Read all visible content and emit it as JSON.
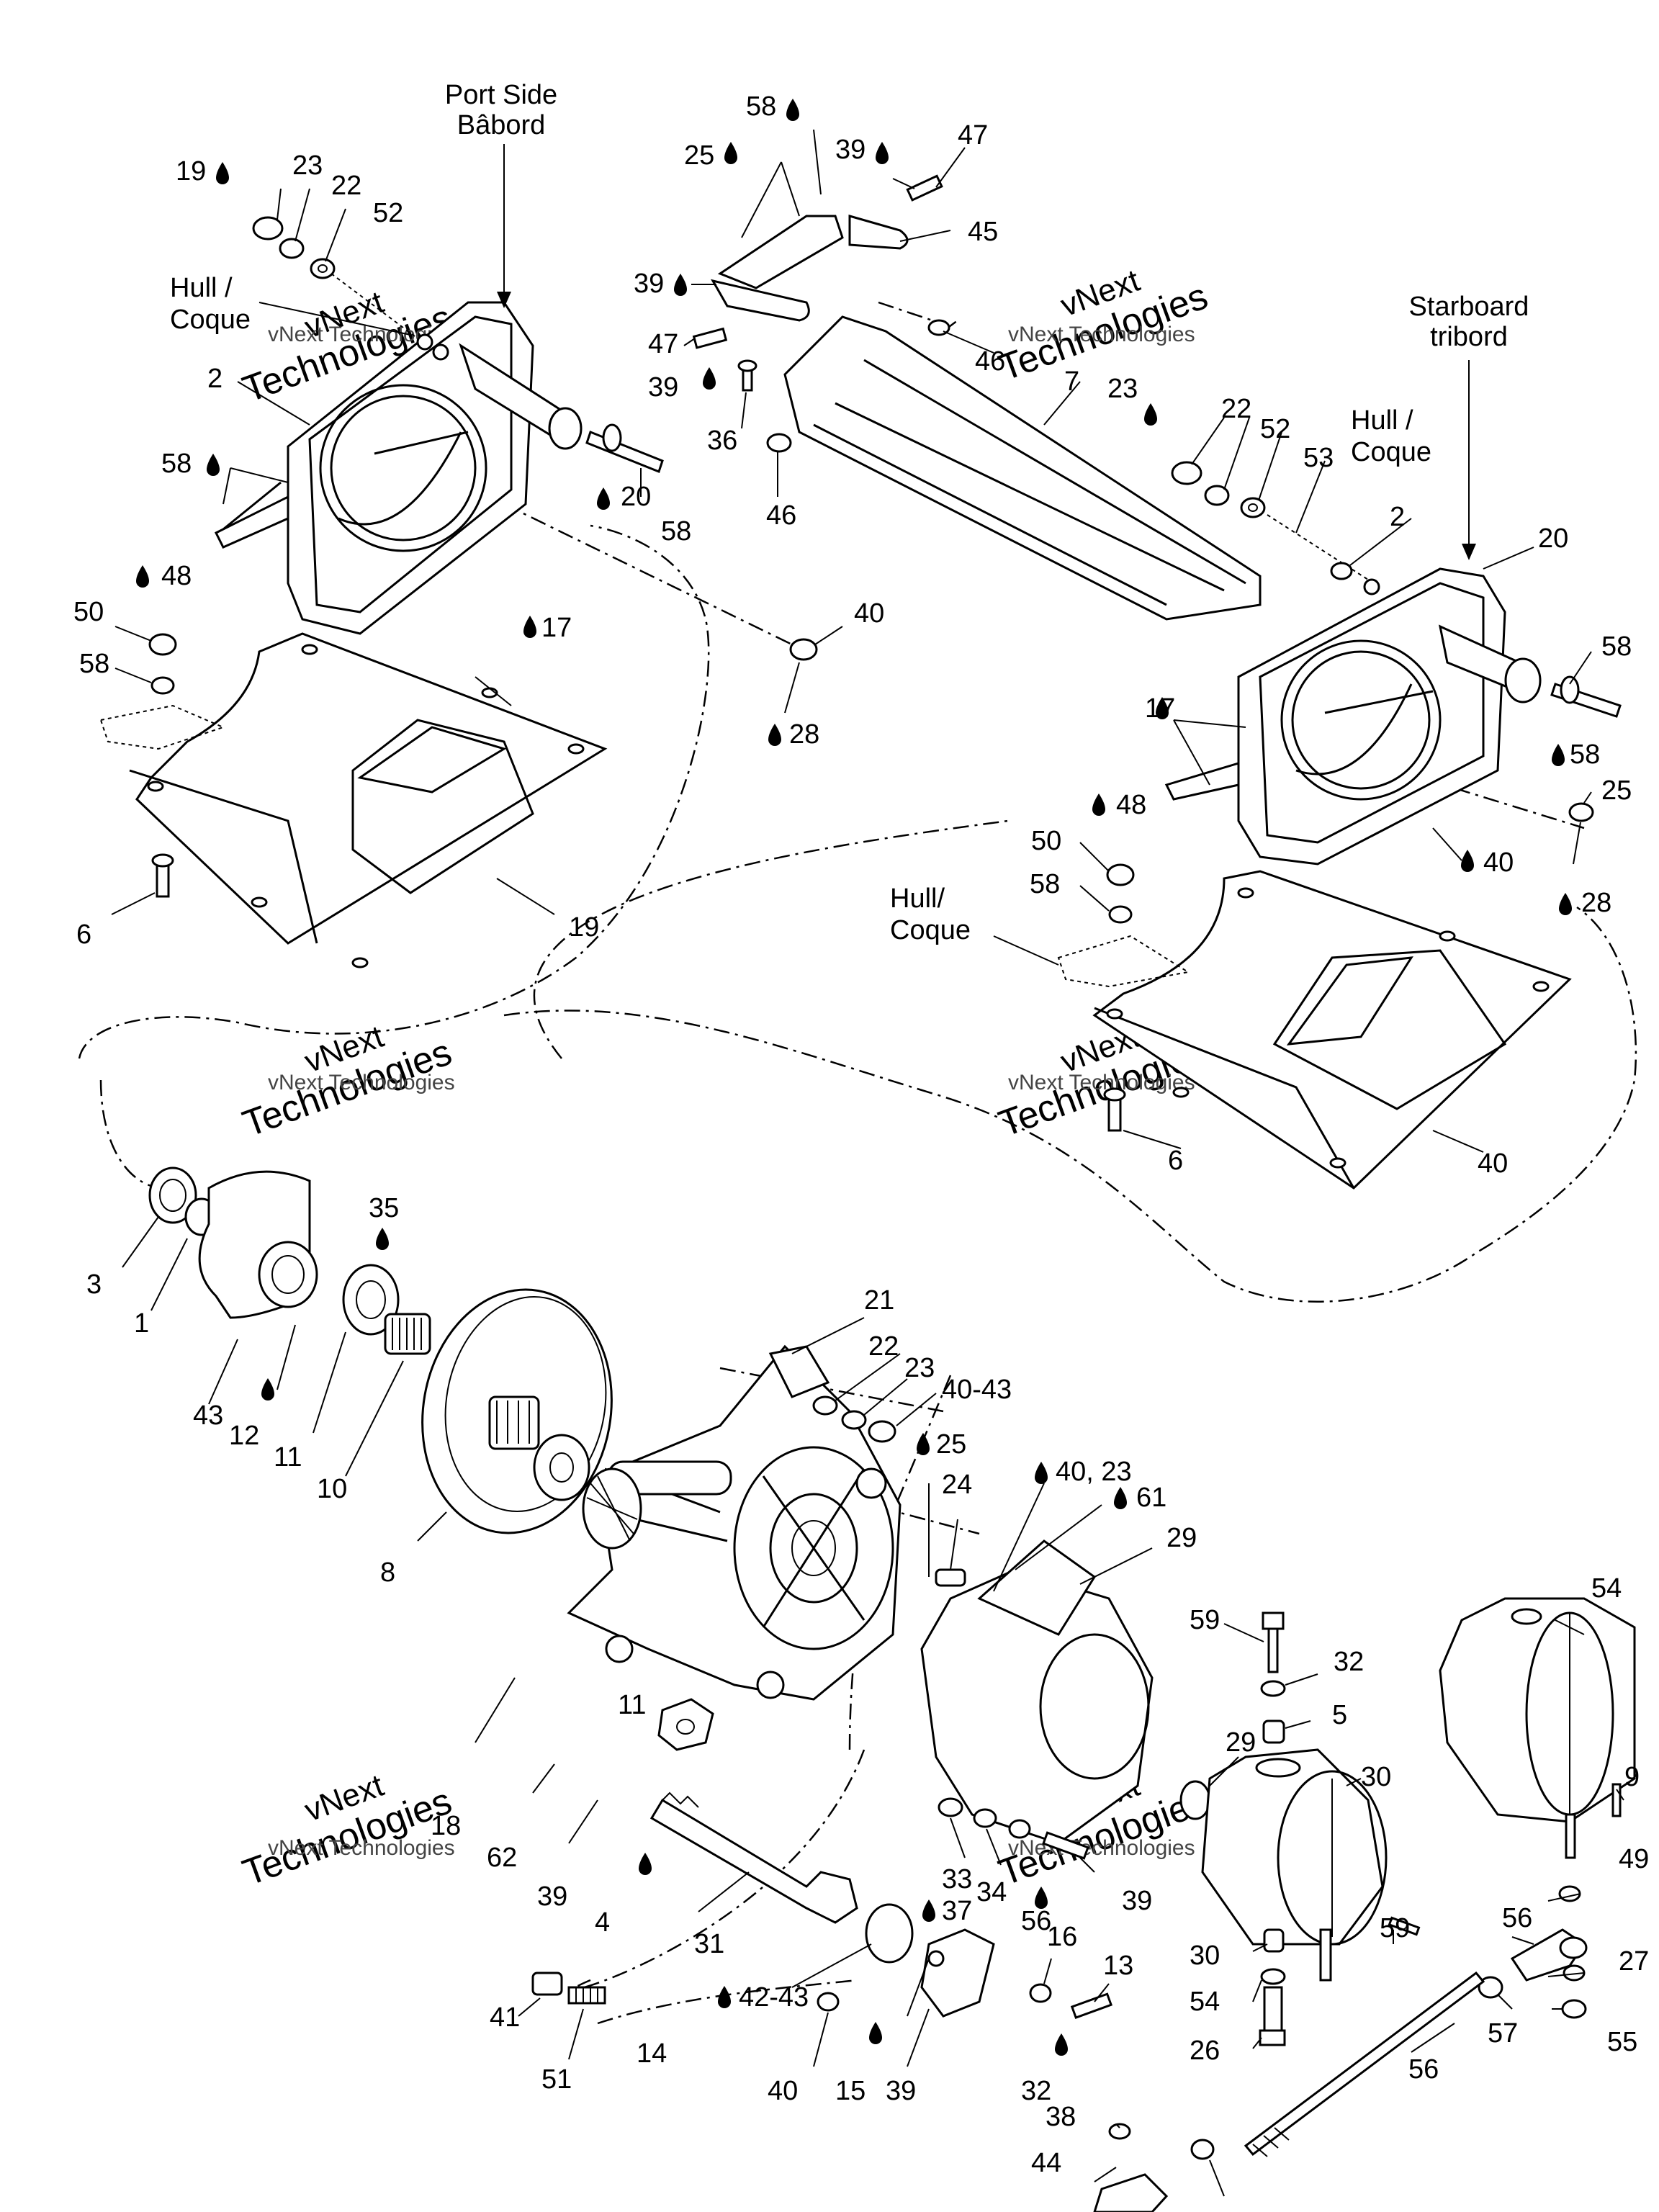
{
  "headers": {
    "port_side_en": "Port Side",
    "port_side_fr": "Bâbord",
    "starboard_en": "Starboard",
    "starboard_fr": "tribord",
    "hull_left_en": "Hull /",
    "hull_left_fr": "Coque",
    "hull_right_en": "Hull /",
    "hull_right_fr": "Coque",
    "hull_mid_en": "Hull/",
    "hull_mid_fr": "Coque"
  },
  "watermark": {
    "line1": "vNext",
    "line2": "Technologies",
    "line3": "vNext Technologies"
  },
  "callouts": [
    "58",
    "25",
    "39",
    "47",
    "45",
    "19",
    "23",
    "22",
    "52",
    "39",
    "47",
    "46",
    "39",
    "36",
    "46",
    "7",
    "2",
    "58",
    "20",
    "58",
    "48",
    "50",
    "58",
    "17",
    "40",
    "28",
    "6",
    "19",
    "23",
    "22",
    "52",
    "53",
    "2",
    "20",
    "58",
    "58",
    "17",
    "25",
    "48",
    "50",
    "58",
    "40",
    "28",
    "6",
    "40",
    "35",
    "3",
    "1",
    "43",
    "12",
    "11",
    "10",
    "8",
    "21",
    "22",
    "23",
    "40-43",
    "25",
    "40, 23",
    "61",
    "24",
    "29",
    "54",
    "59",
    "32",
    "5",
    "29",
    "30",
    "9",
    "11",
    "18",
    "62",
    "39",
    "4",
    "31",
    "33",
    "34",
    "39",
    "56",
    "49",
    "56",
    "27",
    "37",
    "16",
    "13",
    "42-43",
    "14",
    "40",
    "15",
    "39",
    "32",
    "30",
    "59",
    "54",
    "26",
    "41",
    "51",
    "57",
    "55",
    "56",
    "38",
    "44"
  ],
  "oil_icon": "oil-drop-icon"
}
